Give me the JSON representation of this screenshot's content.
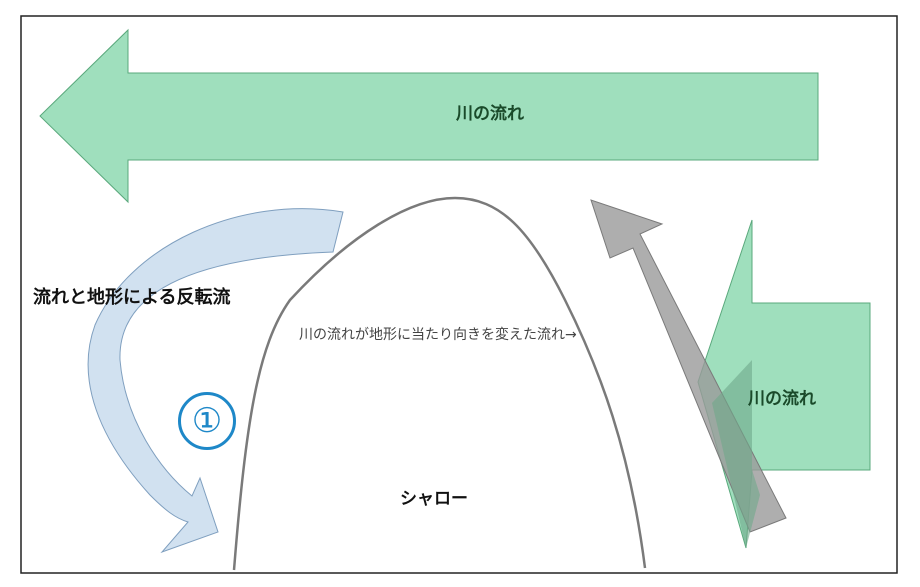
{
  "labels": {
    "river_top": "川の流れ",
    "river_right": "川の流れ",
    "backflow": "流れと地形による反転流",
    "redirected_flow": "川の流れが地形に当たり向きを変えた流れ→",
    "shoal": "シャロー",
    "number": "①"
  },
  "colors": {
    "river_arrow": "#9fdfbd",
    "river_arrow_stroke": "#5aa87c",
    "backflow_arrow": "#c9dced",
    "backflow_stroke": "#7f9fbf",
    "redirect_arrow": "#a9a9a9",
    "number_circle": "#1e88c8",
    "shoal_outline": "#7a7a7a"
  }
}
